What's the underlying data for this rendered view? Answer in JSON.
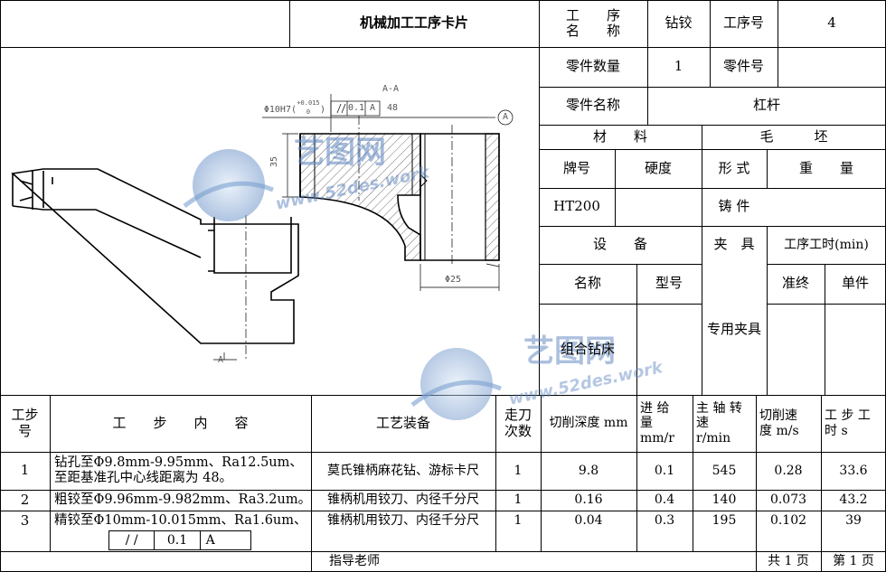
{
  "card": {
    "title": "机械加工工序卡片",
    "process_name_label_1": "工　　序",
    "process_name_label_2": "名　　称",
    "process_name": "钻铰",
    "op_no_label": "工序号",
    "op_no": "4",
    "qty_label": "零件数量",
    "qty": "1",
    "part_no_label": "零件号",
    "part_no": "",
    "part_name_label": "零件名称",
    "part_name": "杠杆",
    "material_label": "材　　料",
    "blank_label": "毛　　　坯",
    "grade_label": "牌号",
    "hardness_label": "硬度",
    "form_label": "形 式",
    "weight_label": "重　　量",
    "grade": "HT200",
    "hardness": "",
    "form": "铸 件",
    "weight": "",
    "equipment_label": "设　　备",
    "fixture_label": "夹　具",
    "op_time_label": "工序工时(min)",
    "eq_name_label": "名称",
    "eq_model_label": "型号",
    "fixture": "专用夹具",
    "setup_label": "准终",
    "unit_label": "单件",
    "eq_name": "组合钻床",
    "eq_model": "",
    "setup_time": "",
    "unit_time": ""
  },
  "drawing": {
    "section_label": "A-A",
    "hole_dim": "Φ10H7(",
    "hole_tol_upper": "+0.015",
    "hole_tol_lower": "0",
    "hole_close": ")",
    "par_tol_value": "0.1",
    "par_tol_datum": "A",
    "dist_dim": "48",
    "datum_mark": "A",
    "height_dim": "35",
    "dia_dim": "Φ25",
    "cut_mark": "A"
  },
  "watermark": {
    "logo": "艺图网",
    "url": "www.52des.work"
  },
  "steps_table": {
    "headers": {
      "step_no": "工步\n号",
      "content": "工　　步　　内　　容",
      "equipment": "工艺装备",
      "passes": "走刀\n次数",
      "depth": "切削深度 mm",
      "feed": "进 给\n量\nmm/r",
      "speed": "主 轴 转\n速\nr/min",
      "cut_speed": "切削速\n度 m/s",
      "time": "工 步 工\n时 s"
    },
    "rows": [
      {
        "no": "1",
        "content": "钻孔至Φ9.8mm-9.95mm、Ra12.5um、至距基准孔中心线距离为 48。",
        "equipment": "莫氏锥柄麻花钻、游标卡尺",
        "passes": "1",
        "depth": "9.8",
        "feed": "0.1",
        "speed": "545",
        "cut_speed": "0.28",
        "time": "33.6"
      },
      {
        "no": "2",
        "content": "粗铰至Φ9.96mm-9.982mm、Ra3.2um。",
        "equipment": "锥柄机用铰刀、内径千分尺",
        "passes": "1",
        "depth": "0.16",
        "feed": "0.4",
        "speed": "140",
        "cut_speed": "0.073",
        "time": "43.2"
      },
      {
        "no": "3",
        "content": "精铰至Φ10mm-10.015mm、Ra1.6um、",
        "equipment": "锥柄机用铰刀、内径千分尺",
        "passes": "1",
        "depth": "0.04",
        "feed": "0.3",
        "speed": "195",
        "cut_speed": "0.102",
        "time": "39"
      }
    ],
    "row3_tol": {
      "symbol": "/ /",
      "value": "0.1",
      "datum": "A"
    }
  },
  "footer": {
    "teacher_label": "指导老师",
    "total_pages": "共 1 页",
    "page_no": "第 1 页"
  }
}
